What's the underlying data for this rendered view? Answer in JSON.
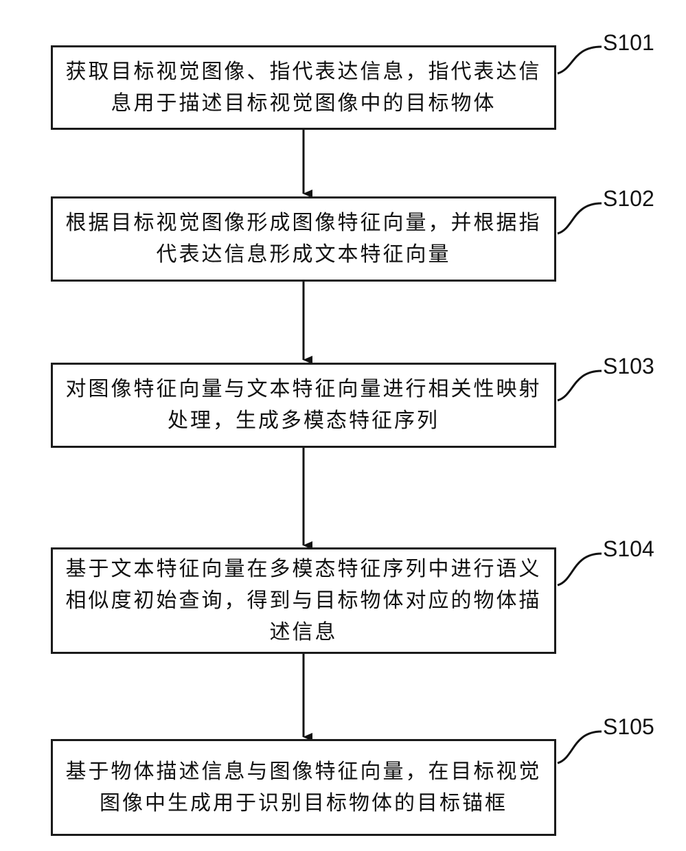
{
  "steps": [
    {
      "id": "S101",
      "text": "获取目标视觉图像、指代表达信息，指代表达信息用于描述目标视觉图像中的目标物体"
    },
    {
      "id": "S102",
      "text": "根据目标视觉图像形成图像特征向量，并根据指代表达信息形成文本特征向量"
    },
    {
      "id": "S103",
      "text": "对图像特征向量与文本特征向量进行相关性映射处理，生成多模态特征序列"
    },
    {
      "id": "S104",
      "text": "基于文本特征向量在多模态特征序列中进行语义相似度初始查询，得到与目标物体对应的物体描述信息"
    },
    {
      "id": "S105",
      "text": "基于物体描述信息与图像特征向量，在目标视觉图像中生成用于识别目标物体的目标锚框"
    }
  ]
}
